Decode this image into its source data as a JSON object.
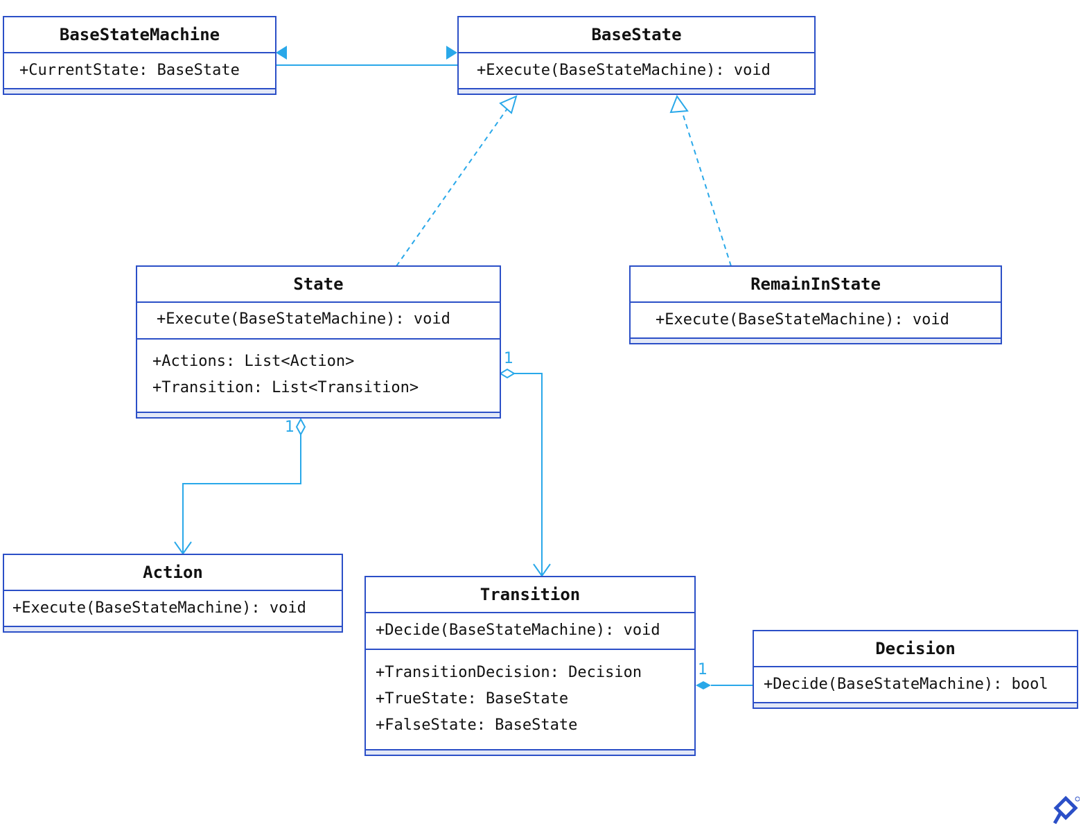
{
  "classes": {
    "base_state_machine": {
      "name": "BaseStateMachine",
      "members": [
        "+CurrentState: BaseState"
      ]
    },
    "base_state": {
      "name": "BaseState",
      "members": [
        "+Execute(BaseStateMachine): void"
      ]
    },
    "state": {
      "name": "State",
      "operations": [
        "+Execute(BaseStateMachine): void"
      ],
      "attributes": [
        "+Actions: List<Action>",
        "+Transition: List<Transition>"
      ]
    },
    "remain_in_state": {
      "name": "RemainInState",
      "members": [
        "+Execute(BaseStateMachine): void"
      ]
    },
    "action": {
      "name": "Action",
      "members": [
        "+Execute(BaseStateMachine): void"
      ]
    },
    "transition": {
      "name": "Transition",
      "operations": [
        "+Decide(BaseStateMachine): void"
      ],
      "attributes": [
        "+TransitionDecision: Decision",
        "+TrueState: BaseState",
        "+FalseState: BaseState"
      ]
    },
    "decision": {
      "name": "Decision",
      "members": [
        "+Decide(BaseStateMachine): bool"
      ]
    }
  },
  "multiplicities": {
    "state_to_transition": "1",
    "state_to_action": "1",
    "transition_to_decision": "1"
  },
  "colors": {
    "box_border": "#2b4fc7",
    "connector": "#29a8e9",
    "logo": "#2b4fc7"
  }
}
